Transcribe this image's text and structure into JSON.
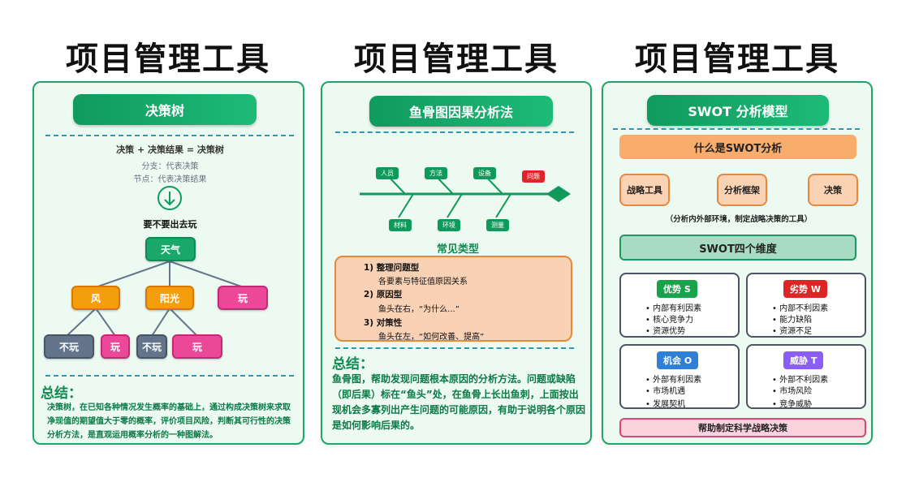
{
  "titles": [
    "项目管理工具",
    "项目管理工具",
    "项目管理工具"
  ],
  "decision_tree": {
    "header": "决策树",
    "formula": "决策 + 决策结果 = 决策树",
    "line1": "分支：代表决策",
    "line2": "节点：代表决策结果",
    "arrow_icon": "down-arrow-circle-icon",
    "question": "要不要出去玩",
    "root": "天气",
    "level1": [
      "风",
      "阳光",
      "玩"
    ],
    "level2": [
      "不玩",
      "玩",
      "不玩",
      "玩"
    ],
    "summary_heading": "总结：",
    "summary_text": "决策树，在已知各种情况发生概率的基础上，通过构成决策树来求取净现值的期望值大于零的概率，评价项目风险，判断其可行性的决策分析方法，是直观运用概率分析的一种图解法。"
  },
  "fishbone": {
    "header": "鱼骨图因果分析法",
    "top_causes": [
      "人员",
      "方法",
      "设备"
    ],
    "bottom_causes": [
      "材料",
      "环境",
      "测量"
    ],
    "problem": "问题",
    "types_heading": "常见类型",
    "types": [
      {
        "title": "1) 整理问题型",
        "desc": "各要素与特征值原因关系"
      },
      {
        "title": "2) 原因型",
        "desc": "鱼头在右，“为什么...”"
      },
      {
        "title": "3) 对策性",
        "desc": "鱼头在左，“如何改善、提高”"
      }
    ],
    "summary_heading": "总结：",
    "summary_text": "鱼骨图，帮助发现问题根本原因的分析方法。问题或缺陷（即后果）标在“鱼头”处，在鱼骨上长出鱼刺，上面按出现机会多寡列出产生问题的可能原因，有助于说明各个原因是如何影响后果的。"
  },
  "swot": {
    "header": "SWOT 分析模型",
    "what_is": "什么是SWOT分析",
    "boxes": [
      "战略工具",
      "分析框架",
      "决策"
    ],
    "note": "（分析内外部环境，制定战略决策的工具）",
    "dimensions": "SWOT四个维度",
    "quadrants": [
      {
        "tag": "优势 S",
        "color": "#16a34a",
        "items": [
          "• 内部有利因素",
          "• 核心竞争力",
          "• 资源优势"
        ]
      },
      {
        "tag": "劣势 W",
        "color": "#dc2626",
        "items": [
          "• 内部不利因素",
          "• 能力缺陷",
          "• 资源不足"
        ]
      },
      {
        "tag": "机会 O",
        "color": "#2f7fd6",
        "items": [
          "• 外部有利因素",
          "• 市场机遇",
          "• 发展契机"
        ]
      },
      {
        "tag": "威胁 T",
        "color": "#8b5cf6",
        "items": [
          "• 外部不利因素",
          "• 市场风险",
          "• 竞争威胁"
        ]
      }
    ],
    "footer": "帮助制定科学战略决策"
  }
}
